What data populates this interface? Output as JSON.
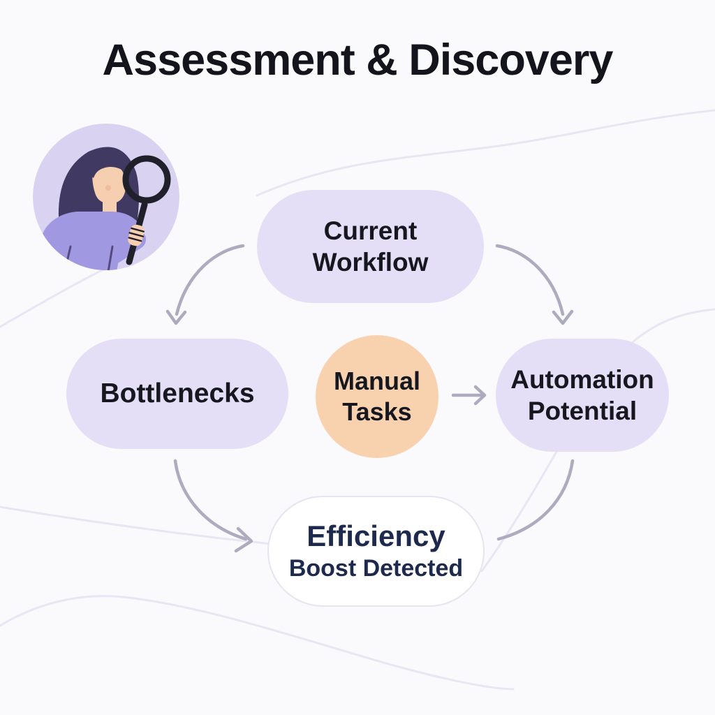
{
  "title": "Assessment & Discovery",
  "illustration": {
    "name": "woman-with-magnifying-glass-icon"
  },
  "nodes": {
    "current_workflow": {
      "label": "Current\nWorkflow",
      "shape": "pill",
      "color": "#E4DEF6"
    },
    "bottlenecks": {
      "label": "Bottlenecks",
      "shape": "pill",
      "color": "#E4DEF6"
    },
    "manual_tasks": {
      "label": "Manual\nTasks",
      "shape": "circle",
      "color": "#F8D2AF"
    },
    "automation_potential": {
      "label": "Automation\nPotential",
      "shape": "pill",
      "color": "#E4DEF6"
    },
    "efficiency": {
      "line1": "Efficiency",
      "line2": "Boost Detected",
      "shape": "pill",
      "color": "#FFFFFF",
      "text_color": "#1E2A4D"
    }
  },
  "edges": [
    {
      "from": "current_workflow",
      "to": "bottlenecks",
      "style": "curved",
      "arrowhead": true
    },
    {
      "from": "current_workflow",
      "to": "automation_potential",
      "style": "curved",
      "arrowhead": true
    },
    {
      "from": "manual_tasks",
      "to": "automation_potential",
      "style": "straight",
      "arrowhead": true
    },
    {
      "from": "bottlenecks",
      "to": "efficiency",
      "style": "curved",
      "arrowhead": true
    },
    {
      "from": "automation_potential",
      "to": "efficiency",
      "style": "curved",
      "arrowhead": false
    }
  ],
  "colors": {
    "background": "#FAF9FB",
    "node_lavender": "#E4DEF6",
    "node_peach": "#F8D2AF",
    "node_white_border": "#E6E4F0",
    "arrow": "#ADABBE",
    "text_dark": "#17171F",
    "text_navy": "#1E2A4D",
    "wave": "#E9E6F4",
    "avatar_bg": "#D9D3F1",
    "avatar_hair": "#403A63",
    "avatar_skin": "#F6CFB1",
    "avatar_sweater": "#A198E2",
    "magnifier": "#20202B"
  }
}
